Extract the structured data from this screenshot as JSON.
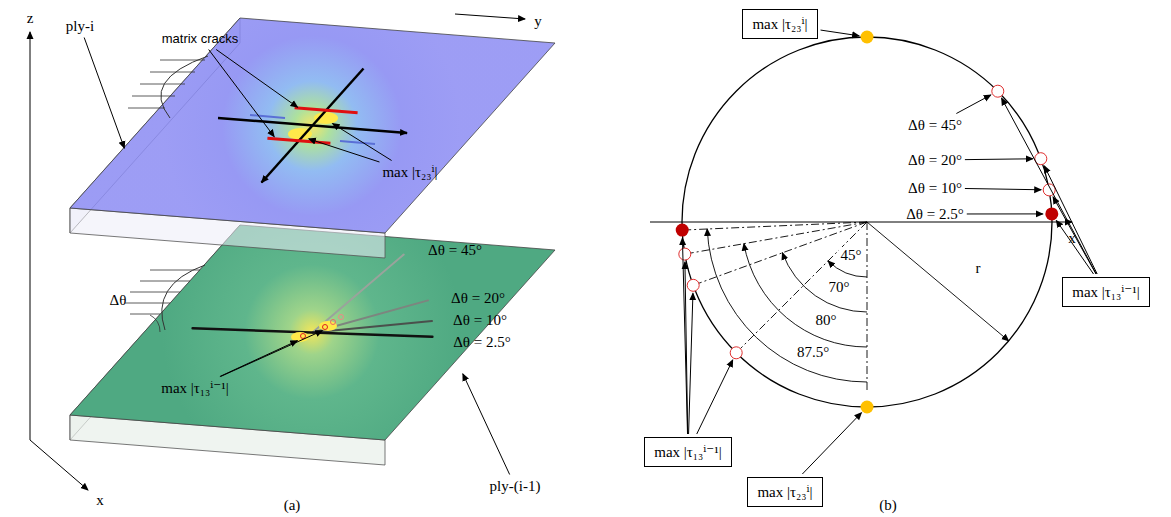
{
  "diagram": {
    "nodes": [
      {
        "text": [
          "max |τ₂₃ⁱ|"
        ]
      },
      {
        "text": [
          "max |τ₁₃ⁱ⁻¹|"
        ]
      },
      {
        "text": [
          "max |τ₁₃ⁱ⁻¹|"
        ]
      },
      {
        "text": [
          "max |τ₂₃ⁱ|"
        ]
      }
    ],
    "labels": [
      "matrix cracks",
      "ply-i",
      "z",
      "y",
      "max |τ₂₃ⁱ|",
      "Δθ",
      "max |τ₁₃ⁱ⁻¹|",
      "Δθ = 45°",
      "Δθ = 20°",
      "Δθ = 10°",
      "Δθ = 2.5°",
      "ply-(i-1)",
      "x",
      "(a)",
      "Δθ = 45°",
      "Δθ = 20°",
      "Δθ = 10°",
      "Δθ = 2.5°",
      "x",
      "r",
      "45°",
      "70°",
      "80°",
      "87.5°",
      "(b)"
    ]
  }
}
